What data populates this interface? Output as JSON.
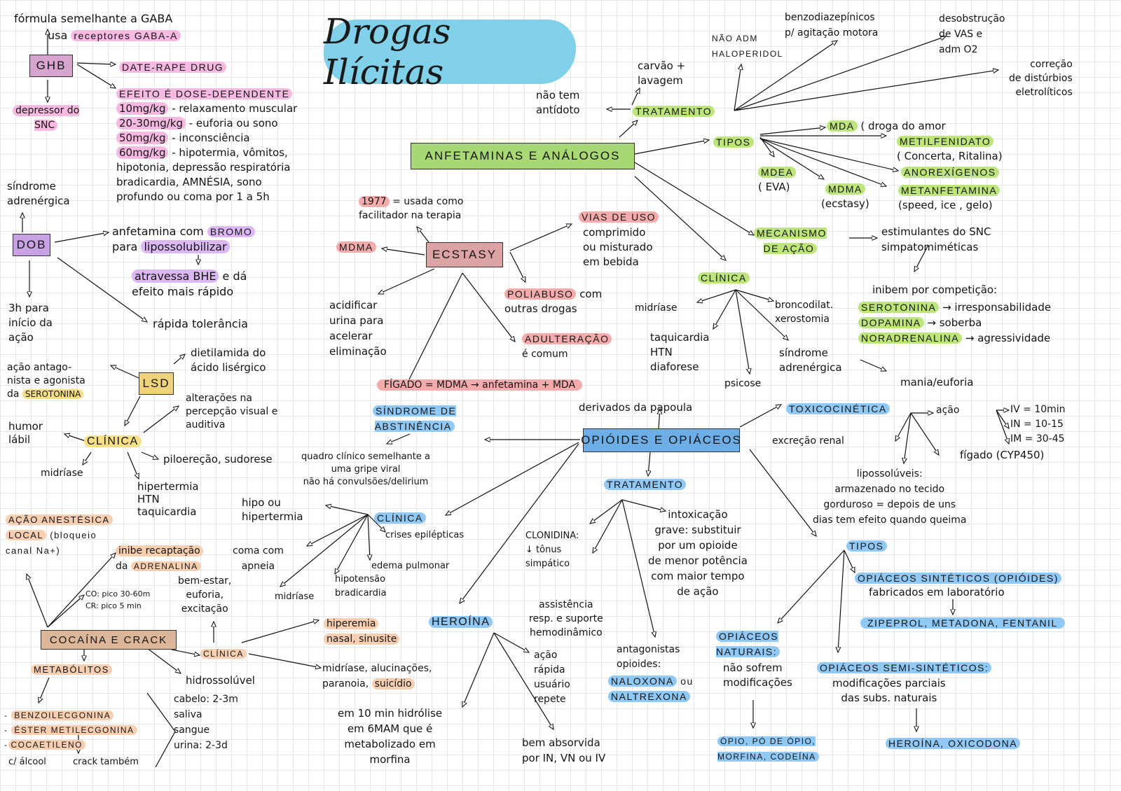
{
  "title": "Drogas Ilícitas",
  "colors": {
    "ghb": "#f6b9e1",
    "dob": "#dcb8f3",
    "lsd": "#f6df86",
    "ecstasy": "#f4abab",
    "anfetaminas": "#bde57c",
    "opioides": "#90c9f6",
    "cocaina": "#f9cfb2",
    "title_blob": "#7fd0e8"
  },
  "ghb": {
    "name": "GHB",
    "formula": "fórmula semelhante a GABA",
    "usa": "usa",
    "receptores": "receptores GABA-A",
    "date_rape": "DATE-RAPE DRUG",
    "depressor": "depressor do\nSNC",
    "dose_title": "EFEITO É DOSE-DEPENDENTE",
    "doses": [
      {
        "dose": "10mg/kg",
        "effect": " - relaxamento muscular"
      },
      {
        "dose": "20-30mg/kg",
        "effect": " - euforia ou sono"
      },
      {
        "dose": "50mg/kg",
        "effect": " - inconsciência"
      },
      {
        "dose": "60mg/kg",
        "effect": " - hipotermia, vômitos,"
      }
    ],
    "dose_cont": " hipotonia, depressão respiratória\nbradicardia, AMNÉSIA, sono\nprofundo ou coma por 1 a 5h"
  },
  "dob": {
    "name": "DOB",
    "sindrome": "síndrome\nadrenérgica",
    "anfetamina": "anfetamina com ",
    "bromo": "BROMO",
    "para": "para ",
    "lipo": "lipossolubilizar",
    "atravessa": "atravessa BHE",
    "efeito": " e dá\n efeito mais rápido",
    "inicio": "3h para\ninício da\nação",
    "tolerancia": "rápida tolerância"
  },
  "lsd": {
    "name": "LSD",
    "dietilamida": "dietilamida do\nácido lisérgico",
    "acao": "ação antago-\nnista e agonista\nda ",
    "serotonina": "SEROTONINA",
    "alteracoes": "alterações na\npercepção visual e\nauditiva",
    "humor": "humor\nlábil",
    "clinica": "CLÍNICA",
    "midriase": "midríase",
    "piloerecao": "piloereção, sudorese",
    "hipertermia": "hipertermia\nHTN\ntaquicardia"
  },
  "ecstasy": {
    "name": "ECSTASY",
    "ano": "1977",
    "ano_text": " = usada como\nfacilitador na terapia",
    "mdma": "MDMA",
    "vias": "VIAS DE USO",
    "vias_text": "comprimido\nou misturado\nem bebida",
    "acidificar": "acidificar\nurina para\nacelerar\neliminação",
    "poliabuso": "POLIABUSO",
    "poliabuso_text": " com\noutras drogas",
    "adulteracao": "ADULTERAÇÃO",
    "adulteracao_text": "é comum",
    "figado": "FÍGADO = MDMA → anfetamina + MDA"
  },
  "anfetaminas": {
    "name": "ANFETAMINAS  E  ANÁLOGOS",
    "antidoto": "não tem\nantídoto",
    "carvao": "carvão +\nlavagem",
    "tratamento": "TRATAMENTO",
    "haloperidol": "NÃO ADM\nHALOPERIDOL",
    "benzo": "benzodiazepínicos\np/ agitação motora",
    "desobstrucao": "desobstrução\nde VAS e\nadm O2",
    "correcao": "correção\nde distúrbios\neletrolíticos",
    "tipos": "TIPOS",
    "mda": "MDA",
    "mda_text": " ( droga do amor",
    "metilfenidato": "METILFENIDATO",
    "metilfenidato_text": "( Concerta, Ritalina)",
    "mdea": "MDEA",
    "mdea_text": "( EVA)",
    "anorexigenos": "ANOREXÍGENOS",
    "mdma": "MDMA",
    "mdma_text": "(ecstasy)",
    "metanfetamina": "METANFETAMINA",
    "metanfetamina_text": "(speed, ice , gelo)",
    "mecanismo": "MECANISMO\nDE AÇÃO",
    "estimulantes": "estimulantes do SNC\nsimpatomiméticas",
    "inibem": "inibem por competição:",
    "neuro": [
      {
        "name": "SEROTONINA",
        "effect": " → irresponsabilidade"
      },
      {
        "name": "DOPAMINA",
        "effect": " → soberba"
      },
      {
        "name": "NORADRENALINA",
        "effect": " → agressividade"
      }
    ],
    "clinica": "CLÍNICA",
    "midriase": "midríase",
    "bronco": "broncodilat.\nxerostomia",
    "taquicardia": "taquicardia\nHTN\ndiaforese",
    "psicose": "psicose",
    "sindrome": "síndrome\nadrenérgica",
    "mania": "mania/euforia"
  },
  "opioides": {
    "name": "OPIÓIDES  E  OPIÁCEOS",
    "derivados": "derivados da papoula",
    "toxico": "TOXICOCINÉTICA",
    "acao": "ação",
    "vias": [
      "IV = 10min",
      "IN = 10-15",
      "IM = 30-45"
    ],
    "excrecao": "excreção renal",
    "figado": "fígado (CYP450)",
    "lipo": "lipossolúveis:\narmazenado no tecido\ngorduroso = depois de uns\ndias tem efeito quando queima",
    "tratamento": "TRATAMENTO",
    "clonidina": "CLONIDINA:\n↓ tônus\nsimpático",
    "intoxicacao": "intoxicação\ngrave: substituir\npor um opioide\nde menor potência\ncom maior tempo\nde ação",
    "assistencia": "assistência\nresp. e suporte\nhemodinâmico",
    "antagonistas": "antagonistas\nopioides:",
    "naloxona": "NALOXONA",
    "ou": " ou",
    "naltrexona": "NALTREXONA",
    "tipos": "TIPOS",
    "sinteticos": "OPIÁCEOS SINTÉTICOS (OPIÓIDES)",
    "sinteticos_text": "fabricados em laboratório",
    "sinteticos_ex": "ZIPEPROL, METADONA, FENTANIL",
    "naturais": "OPIÁCEOS\nNATURAIS:",
    "naturais_text": "não sofrem\nmodificações",
    "naturais_ex": "ÓPIO, PÓ DE ÓPIO,\nMORFINA, CODEÍNA",
    "semi": "OPIÁCEOS SEMI-SINTÉTICOS:",
    "semi_text": "modificações parciais\ndas subs. naturais",
    "semi_ex": "HEROÍNA, OXICODONA",
    "abstinencia": "SÍNDROME DE\nABSTINÊNCIA",
    "abstinencia_text": "quadro clínico semelhante a\numa gripe viral\nnão há convulsões/delirium",
    "clinica": "CLÍNICA",
    "hipo": "hipo ou\nhipertermia",
    "crises": "crises epilépticas",
    "coma": "coma com\napneia",
    "edema": "edema pulmonar",
    "hipotensao": "hipotensão\nbradicardia",
    "midriase": "midríase",
    "heroina": "HEROÍNA",
    "acao_rapida": "ação\nrápida\nusuário\nrepete",
    "hidrolise": "em 10 min hidrólise\nem 6MAM que é\nmetabolizado em\nmorfina",
    "absorvida": "bem absorvida\npor IN, VN ou IV"
  },
  "cocaina": {
    "name": "COCAÍNA  E  CRACK",
    "anestesica": "AÇÃO ANESTÉSICA",
    "local": "LOCAL",
    "bloqueio": " (bloqueio\ncanal Na+)",
    "inibe": "inibe recaptação",
    "da": "da ",
    "adrenalina": "ADRENALINA",
    "pico": "CO: pico 30-60m\nCR: pico 5 min",
    "bem_estar": "bem-estar,\neuforia,\nexcitação",
    "clinica": "CLÍNICA",
    "hiperemia": "hiperemia",
    "nasal": "nasal, sinusite",
    "midriase": "midríase, alucinações,\nparanoia, ",
    "suicidio": "suicídio",
    "metabolitos": "METABÓLITOS",
    "hidrossoluvel": "hidrossolúvel",
    "deteccao": "cabelo: 2-3m\nsaliva\nsangue\nurina: 2-3d",
    "lista": [
      "BENZOILECGONINA",
      "ÉSTER METILECGONINA",
      "COCAETILENO"
    ],
    "alcool": "c/ álcool",
    "crack": "crack também"
  }
}
